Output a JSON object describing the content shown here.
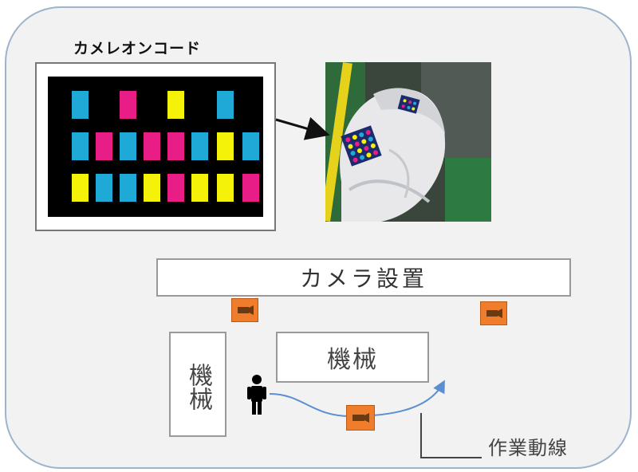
{
  "title": "カメレオンコード",
  "camera_install_label": "カメラ設置",
  "machine_label_left": "機械",
  "machine_label_right": "機械",
  "work_flow_label": "作業動線",
  "colors": {
    "cyan": "#1fa9d6",
    "magenta": "#e81e86",
    "yellow": "#f5f20a",
    "camera_orange": "#ef7d2b",
    "flow_line": "#5b8fd0"
  },
  "code_grid": [
    [
      "cyan",
      null,
      "magenta",
      null,
      "yellow",
      null,
      "cyan",
      null
    ],
    [
      "cyan",
      "magenta",
      "cyan",
      "magenta",
      "magenta",
      "cyan",
      "yellow",
      "cyan"
    ],
    [
      "yellow",
      "cyan",
      "cyan",
      "yellow",
      "magenta",
      "yellow",
      "yellow",
      "magenta"
    ]
  ],
  "icons": [
    "camera-icon",
    "person-icon"
  ]
}
